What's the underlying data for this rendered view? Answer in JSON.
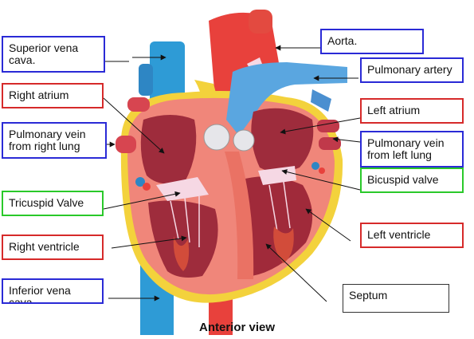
{
  "labels": {
    "superior_vena_cava": "Superior vena cava.",
    "aorta": "Aorta.",
    "pulmonary_artery": "Pulmonary artery",
    "right_atrium": "Right atrium",
    "left_atrium": "Left atrium",
    "pulmonary_vein_right": "Pulmonary vein from right lung",
    "pulmonary_vein_left": "Pulmonary vein from left lung",
    "tricuspid_valve": "Tricuspid Valve",
    "bicuspid_valve": "Bicuspid valve",
    "right_ventricle": "Right ventricle",
    "left_ventricle": "Left ventricle",
    "inferior_vena_cava": "Inferior vena cava",
    "septum": "Septum"
  },
  "caption": "Anterior view",
  "colors": {
    "blue_box": "#2a2ad6",
    "red_box": "#d62a2a",
    "green_box": "#2ac92a",
    "vena_cava": "#2e9bd6",
    "pulmonary_artery": "#5aa6e0",
    "aorta": "#e8413c",
    "heart_wall": "#f0867a",
    "chamber": "#9e2c3c",
    "fat": "#f3d23c",
    "valve": "#f6d8e4"
  }
}
